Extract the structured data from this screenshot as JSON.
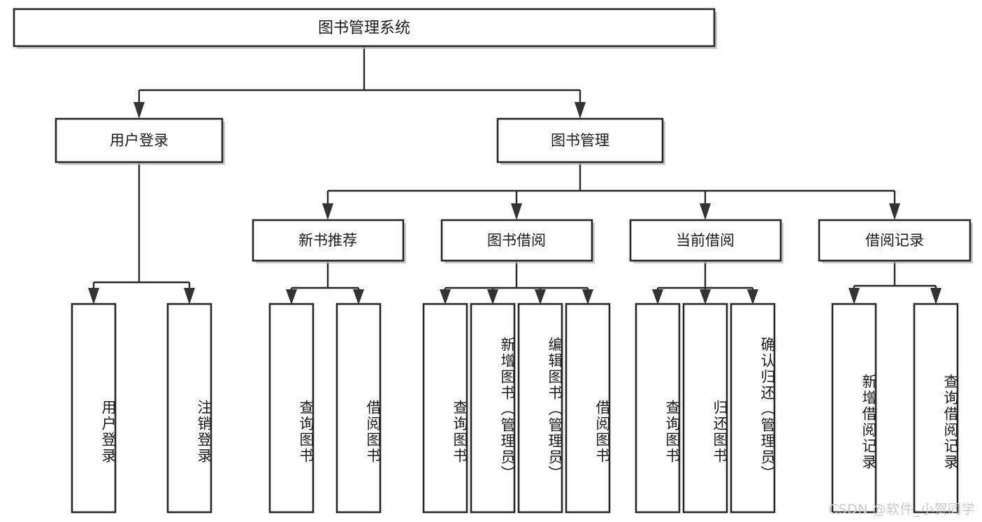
{
  "diagram": {
    "type": "tree",
    "title": "图书管理系统",
    "root": {
      "label": "图书管理系统"
    },
    "level2": [
      {
        "label": "用户登录"
      },
      {
        "label": "图书管理"
      }
    ],
    "level3": [
      {
        "label": "新书推荐"
      },
      {
        "label": "图书借阅"
      },
      {
        "label": "当前借阅"
      },
      {
        "label": "借阅记录"
      }
    ],
    "leaves": {
      "user_login": [
        {
          "label": "用户登录"
        },
        {
          "label": "注销登录"
        }
      ],
      "new_book_recommend": [
        {
          "label": "查询图书"
        },
        {
          "label": "借阅图书"
        }
      ],
      "book_borrow": [
        {
          "label": "查询图书"
        },
        {
          "label": "新增图书（管理员）"
        },
        {
          "label": "编辑图书（管理员）"
        },
        {
          "label": "借阅图书"
        }
      ],
      "current_borrow": [
        {
          "label": "查询图书"
        },
        {
          "label": "归还图书"
        },
        {
          "label": "确认归还（管理员）"
        }
      ],
      "borrow_record": [
        {
          "label": "新增借阅记录"
        },
        {
          "label": "查询借阅记录"
        }
      ]
    }
  },
  "watermark": {
    "text": "CSDN @软件_小贺同学"
  },
  "colors": {
    "box_stroke": "#262626",
    "box_fill": "#ffffff",
    "connector": "#262626",
    "text": "#1a1a1a",
    "watermark": "#c9c9c9",
    "shadow": "#b8b8b8"
  }
}
